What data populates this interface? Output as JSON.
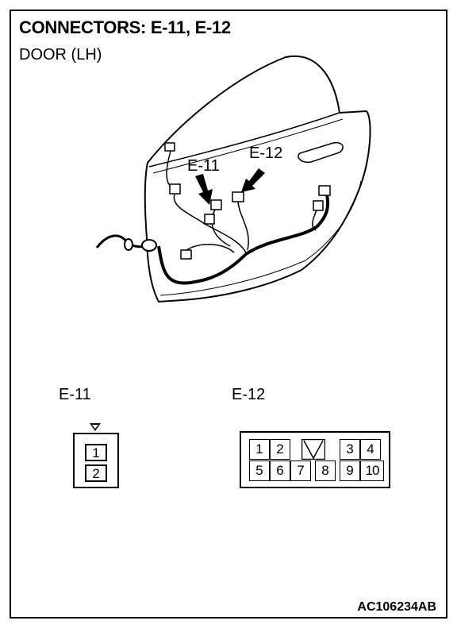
{
  "header": {
    "title": "CONNECTORS: E-11, E-12",
    "subtitle": "DOOR (LH)"
  },
  "callouts": {
    "e11": "E-11",
    "e12": "E-12"
  },
  "connectors": {
    "e11": {
      "label": "E-11",
      "pins": [
        "1",
        "2"
      ]
    },
    "e12": {
      "label": "E-12",
      "top_row": [
        "1",
        "2",
        "3",
        "4"
      ],
      "bottom_row": [
        "5",
        "6",
        "7",
        "8",
        "9",
        "10"
      ]
    }
  },
  "footer": {
    "code": "AC106234AB"
  }
}
